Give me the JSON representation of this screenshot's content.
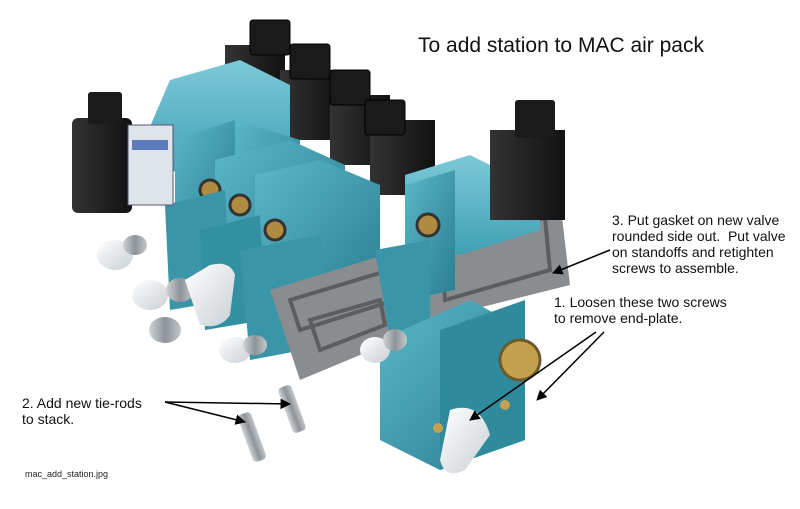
{
  "title": "To add station to MAC air pack",
  "notes": {
    "step3": "3. Put gasket on new valve\nrounded side out.  Put valve\non standoffs and retighten\nscrews to assemble.",
    "step1": "1. Loosen these two screws\nto remove end-plate.",
    "step2": "2. Add new tie-rods\nto stack."
  },
  "caption": "mac_add_station.jpg",
  "colors": {
    "valve_body": "#3fa0b4",
    "valve_body_dark": "#2a7d90",
    "coil": "#1f1f1f",
    "fitting_white": "#e8ecef",
    "metal": "#a9aeb2",
    "manifold_gray": "#7c7f82"
  }
}
